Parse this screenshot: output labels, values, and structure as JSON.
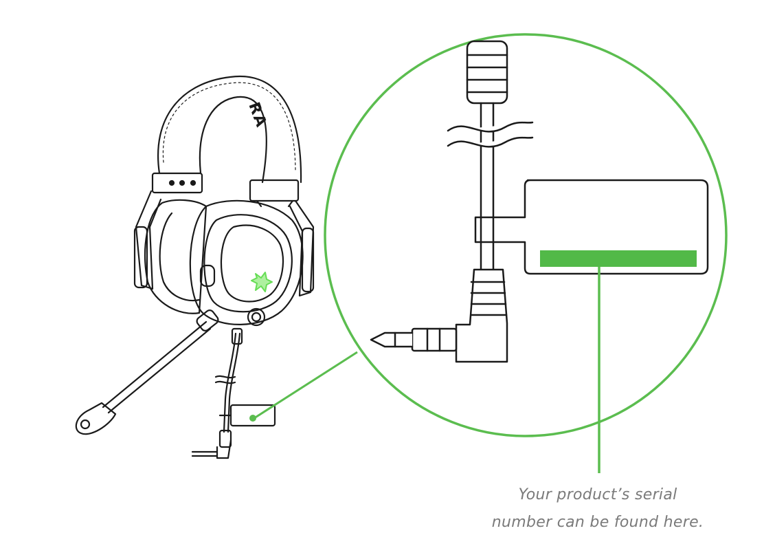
{
  "caption": {
    "line1": "Your product’s serial",
    "line2": "number can be found here."
  },
  "headband_text": "RA",
  "colors": {
    "accent": "#5bbd4f",
    "serial_bar": "#52b948",
    "line_art": "#1a1a1a",
    "caption_text": "#7a7a7a",
    "logo": "#66dd55"
  },
  "icons": [
    "razer-logo-icon"
  ]
}
